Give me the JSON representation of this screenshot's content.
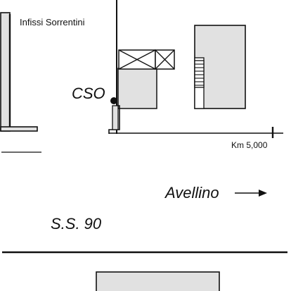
{
  "labels": {
    "business": "Infissi Sorrentini",
    "cso": "CSO",
    "km_marker": "Km 5,000",
    "direction": "Avellino",
    "road": "S.S. 90"
  },
  "colors": {
    "building_fill": "#e1e1e1",
    "ink": "#111111",
    "background": "#ffffff"
  },
  "icons": {
    "direction_arrow": "right-arrow-icon",
    "cso_point": "dot-marker-icon"
  }
}
